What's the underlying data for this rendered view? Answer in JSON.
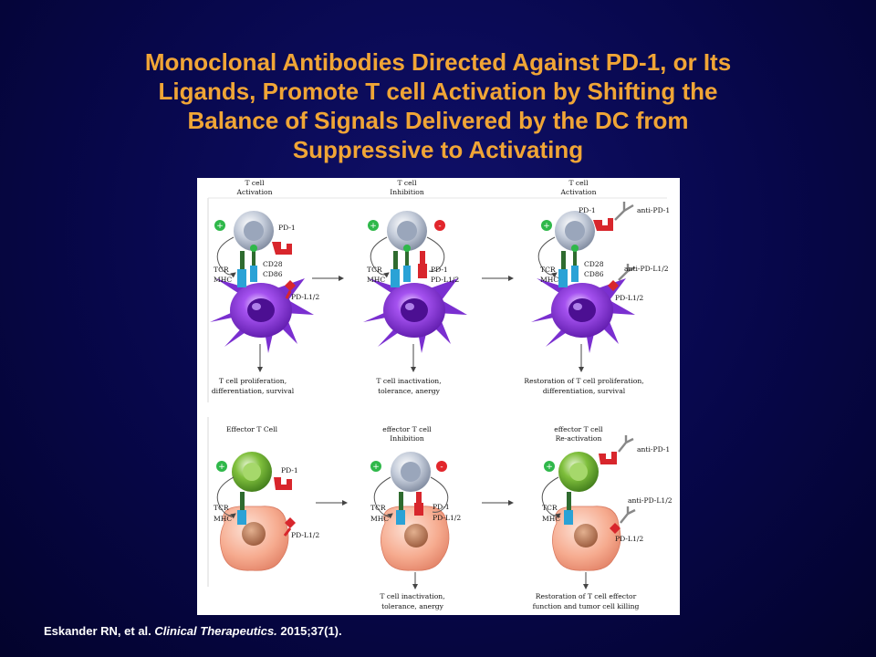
{
  "slide": {
    "title_lines": [
      "Monoclonal Antibodies Directed Against PD-1, or Its",
      "Ligands, Promote T cell Activation by Shifting the",
      "Balance of Signals Delivered by the DC from",
      "Suppressive to Activating"
    ],
    "citation": {
      "authors": "Eskander RN, et al.",
      "journal": "Clinical Therapeutics.",
      "details": "2015;37(1)."
    }
  },
  "colors": {
    "title": "#f0a536",
    "background": "#07074a",
    "t_cell": "#a9b4c8",
    "effector_t_cell": "#5f9e2a",
    "dendritic_cell": "#8a3fd8",
    "tumor_cell": "#f4a48a",
    "pd1_receptor": "#d8262c",
    "tcr": "#2f6b2f",
    "mhc": "#2aa2d6",
    "positive_sign": "#2fb84a",
    "negative_sign": "#e2262c"
  },
  "figure": {
    "top_row": [
      {
        "header": [
          "T cell",
          "Activation"
        ],
        "labels": {
          "pd1": "PD-1",
          "cd28": "CD28",
          "cd86": "CD86",
          "tcr": "TCR",
          "mhc": "MHC",
          "pdl1": "PD-L1/2"
        },
        "outcome": [
          "T cell proliferation,",
          "differentiation, survival"
        ]
      },
      {
        "header": [
          "T cell",
          "Inhibition"
        ],
        "labels": {
          "tcr": "TCR",
          "mhc": "MHC",
          "pd1": "PD-1",
          "pdl1": "PD-L1/2"
        },
        "outcome": [
          "T cell inactivation,",
          "tolerance, anergy"
        ]
      },
      {
        "header": [
          "T cell",
          "Activation"
        ],
        "labels": {
          "pd1": "PD-1",
          "anti_pd1": "anti-PD-1",
          "cd28": "CD28",
          "cd86": "CD86",
          "anti_pdl1": "anti-PD-L1/2",
          "tcr": "TCR",
          "mhc": "MHC",
          "pdl1": "PD-L1/2"
        },
        "outcome": [
          "Restoration of T cell proliferation,",
          "differentiation, survival"
        ]
      }
    ],
    "bottom_row": [
      {
        "header": [
          "Effector T Cell"
        ],
        "labels": {
          "pd1": "PD-1",
          "tcr": "TCR",
          "mhc": "MHC",
          "pdl1": "PD-L1/2"
        }
      },
      {
        "header": [
          "effector T cell",
          "Inhibition"
        ],
        "labels": {
          "tcr": "TCR",
          "mhc": "MHC",
          "pd1": "PD-1",
          "pdl1": "PD-L1/2"
        },
        "outcome": [
          "T cell inactivation,",
          "tolerance, anergy"
        ]
      },
      {
        "header": [
          "effector T cell",
          "Re-activation"
        ],
        "labels": {
          "anti_pd1": "anti-PD-1",
          "anti_pdl1": "anti-PD-L1/2",
          "tcr": "TCR",
          "mhc": "MHC",
          "pdl1": "PD-L1/2"
        },
        "outcome": [
          "Restoration of T cell effector",
          "function and tumor cell killing"
        ]
      }
    ]
  }
}
